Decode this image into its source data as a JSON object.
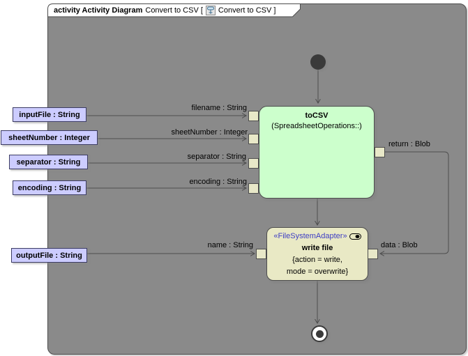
{
  "frame": {
    "kind": "activity Activity Diagram",
    "name_before_icon": "Convert to CSV [",
    "name_after_icon": "Convert to CSV ]"
  },
  "parameters": [
    {
      "label": "inputFile : String"
    },
    {
      "label": "sheetNumber : Integer"
    },
    {
      "label": "separator : String"
    },
    {
      "label": "encoding : String"
    },
    {
      "label": "outputFile : String"
    }
  ],
  "actions": {
    "tocsv": {
      "name": "toCSV",
      "qualifier": "(SpreadsheetOperations::)",
      "fill": "#ccffcc"
    },
    "write_file": {
      "stereotype": "«FileSystemAdapter»",
      "name": "write file",
      "tagged_line1": "{action = write,",
      "tagged_line2": "mode = overwrite}",
      "fill": "#e9e9c5"
    }
  },
  "pin_labels": {
    "filename": "filename : String",
    "sheet_number": "sheetNumber : Integer",
    "separator": "separator : String",
    "encoding": "encoding : String",
    "return": "return : Blob",
    "name": "name : String",
    "data": "data : Blob"
  },
  "colors": {
    "parameter_fill": "#ccccff",
    "pin_fill": "#e8e8c8",
    "stereotype_text": "#3d3dc4",
    "line": "#4d4d4d"
  }
}
